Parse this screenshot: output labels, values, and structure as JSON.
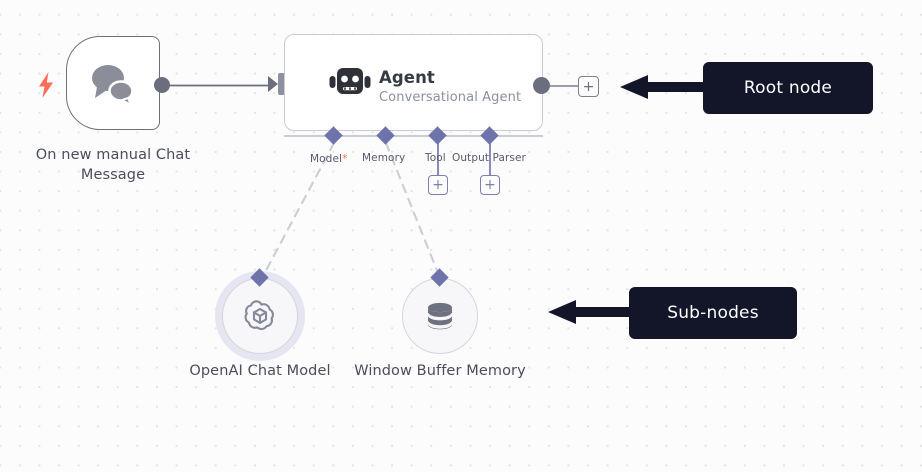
{
  "canvas": {
    "background_color": "#fcfcfd",
    "grid_dot_color": "#e3e4e8"
  },
  "trigger_node": {
    "label": "On new manual Chat Message",
    "icon": "chat-bubbles-icon",
    "badge_icon": "lightning-bolt-icon",
    "badge_color": "#ff6d5a",
    "border_color": "#6b6e7d"
  },
  "agent_node": {
    "title": "Agent",
    "subtitle": "Conversational Agent",
    "icon": "robot-icon",
    "border_color": "#c9cbd6",
    "output_plus_label": "+",
    "ports": [
      {
        "label": "Model",
        "required": true,
        "required_marker": "*",
        "has_plus": false
      },
      {
        "label": "Memory",
        "required": false,
        "required_marker": "",
        "has_plus": false
      },
      {
        "label": "Tool",
        "required": false,
        "required_marker": "",
        "has_plus": true,
        "plus_label": "+"
      },
      {
        "label": "Output Parser",
        "required": false,
        "required_marker": "",
        "has_plus": true,
        "plus_label": "+"
      }
    ]
  },
  "sub_nodes": [
    {
      "label": "OpenAI Chat Model",
      "icon": "openai-logo-icon",
      "highlighted": true
    },
    {
      "label": "Window Buffer Memory",
      "icon": "database-icon",
      "highlighted": false
    }
  ],
  "annotations": [
    {
      "text": "Root node",
      "background_color": "#131629",
      "text_color": "#ffffff",
      "arrow_direction": "left"
    },
    {
      "text": "Sub-nodes",
      "background_color": "#131629",
      "text_color": "#ffffff",
      "arrow_direction": "left"
    }
  ]
}
